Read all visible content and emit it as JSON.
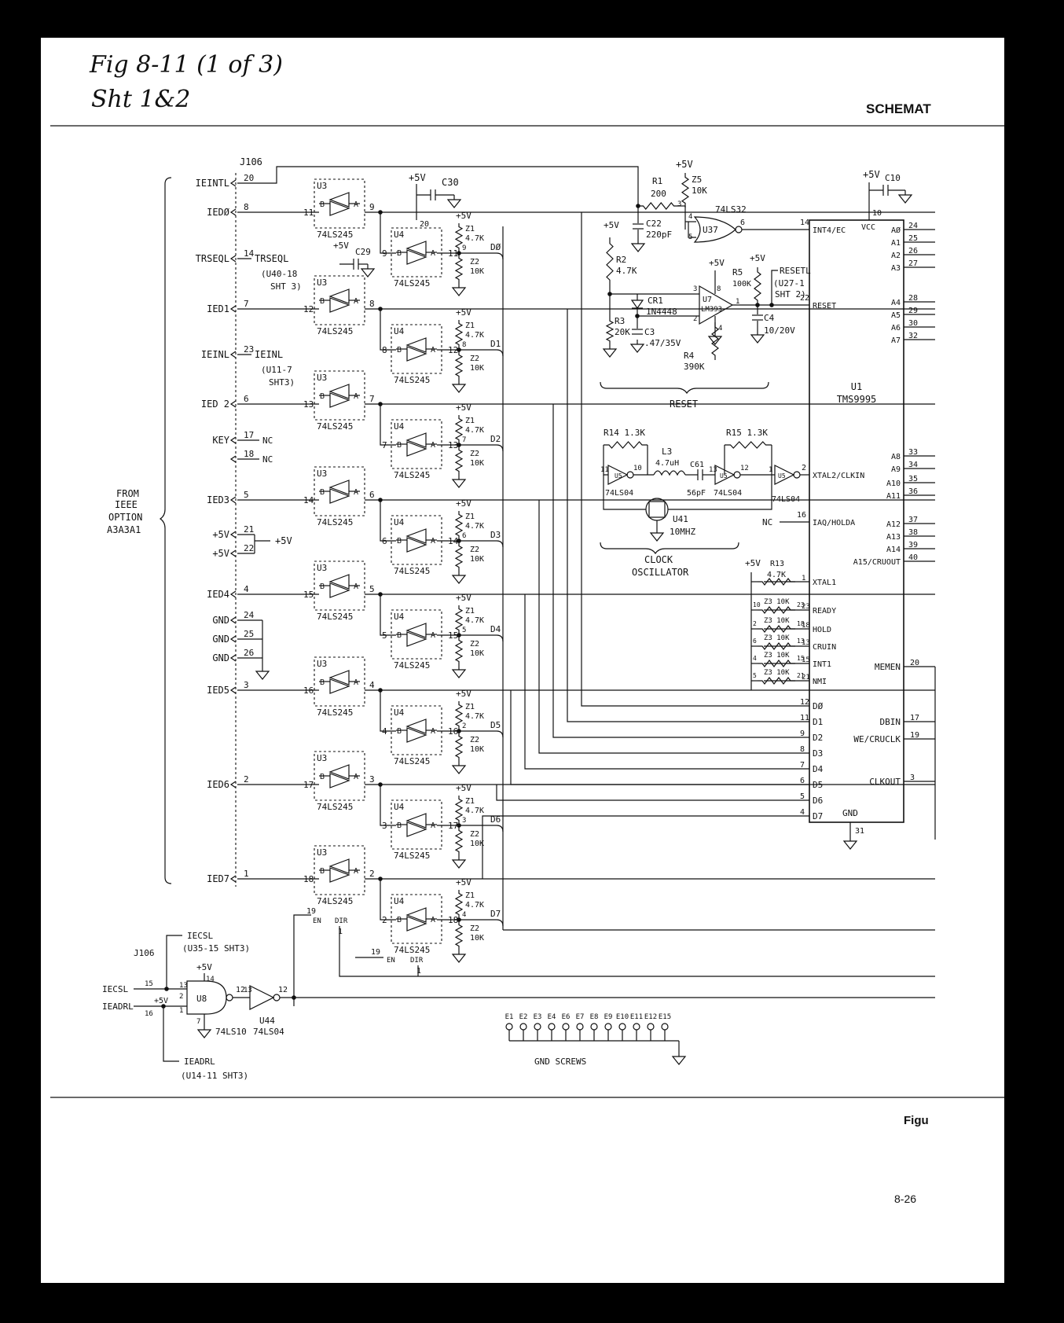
{
  "header": {
    "handwritten_line1": "Fig 8-11 (1 of 3)",
    "handwritten_line2": "Sht 1&2",
    "title_fragment": "SCHEMAT"
  },
  "footer": {
    "caption_fragment": "Figu",
    "page_number": "8-26"
  },
  "connector": {
    "name": "J106",
    "from_label": [
      "FROM",
      "IEEE",
      "OPTION",
      "A3A3A1"
    ],
    "signals": [
      {
        "label": "IEINTL",
        "pin": "20"
      },
      {
        "label": "IEDØ",
        "pin": "8"
      },
      {
        "label": "TRSEQL",
        "pin": "14"
      },
      {
        "label": "IED1",
        "pin": "7"
      },
      {
        "label": "IEINL",
        "pin": "23"
      },
      {
        "label": "IED 2",
        "pin": "6"
      },
      {
        "label": "KEY",
        "pin": "17"
      },
      {
        "label": "",
        "pin": "18"
      },
      {
        "label": "IED3",
        "pin": "5"
      },
      {
        "label": "+5V",
        "pin": "21"
      },
      {
        "label": "+5V",
        "pin": "22"
      },
      {
        "label": "IED4",
        "pin": "4"
      },
      {
        "label": "GND",
        "pin": "24"
      },
      {
        "label": "GND",
        "pin": "25"
      },
      {
        "label": "GND",
        "pin": "26"
      },
      {
        "label": "IED5",
        "pin": "3"
      },
      {
        "label": "IED6",
        "pin": "2"
      },
      {
        "label": "IED7",
        "pin": "1"
      }
    ],
    "nc_label": "NC",
    "refs": {
      "trseql": [
        "TRSEQL",
        "(U40-18",
        "SHT 3)"
      ],
      "ieinl": [
        "IEINL",
        "(U11-7",
        "SHT3)"
      ],
      "iecsl_ref": [
        "IECSL",
        "(U35-15 SHT3)"
      ],
      "ieadrl_ref": [
        "IEADRL",
        "(U14-11 SHT3)"
      ]
    },
    "plus5v": "+5V"
  },
  "buffers": {
    "u3_label": "U3",
    "u4_label": "U4",
    "part": "74LS245",
    "u3_pins": [
      [
        "11",
        "9"
      ],
      [
        "12",
        "8"
      ],
      [
        "13",
        "7"
      ],
      [
        "14",
        "6"
      ],
      [
        "15",
        "5"
      ],
      [
        "16",
        "4"
      ],
      [
        "17",
        "3"
      ],
      [
        "18",
        "2"
      ]
    ],
    "u4_pins": [
      [
        "9",
        "11"
      ],
      [
        "8",
        "12"
      ],
      [
        "7",
        "13"
      ],
      [
        "6",
        "14"
      ],
      [
        "5",
        "15"
      ],
      [
        "4",
        "16"
      ],
      [
        "3",
        "17"
      ],
      [
        "2",
        "18"
      ]
    ],
    "z1": "Z1",
    "z1_value": "4.7K",
    "z2": "Z2",
    "z2_value": "10K",
    "data_lines": [
      "DØ",
      "D1",
      "D2",
      "D3",
      "D4",
      "D5",
      "D6",
      "D7"
    ],
    "z_pins": [
      "9",
      "8",
      "7",
      "6",
      "5",
      "2",
      "3",
      "4"
    ],
    "en": "EN",
    "dir": "DIR",
    "c30": "C30",
    "c29": "C29",
    "pins_misc": {
      "p20": "20",
      "p10": "10",
      "p19": "19",
      "p1": "1"
    }
  },
  "decode": {
    "j106": "J106",
    "iecsl": "IECSL",
    "ieadrl": "IEADRL",
    "pin15": "15",
    "pin16": "16",
    "u8": "U8",
    "u8_part": "74LS10",
    "u44": "U44",
    "u44_part": "74LS04",
    "pins": {
      "p13": "13",
      "p2": "2",
      "p1": "1",
      "p14": "14",
      "p7": "7",
      "p12": "12",
      "u44_in": "13",
      "u44_out": "12"
    },
    "plus5v": "+5V"
  },
  "reset": {
    "plus5v": "+5V",
    "r1": "R1",
    "r1_value": "200",
    "z5": "Z5",
    "z5_value": "10K",
    "c22": "C22",
    "c22_value": "220pF",
    "u37": "U37",
    "u37_part": "74LS32",
    "r2": "R2",
    "r2_value": "4.7K",
    "cr1": "CR1",
    "cr1_part": "1N4448",
    "r3": "R3",
    "r3_value": "20K",
    "c3": "C3",
    "c3_value": ".47/35V",
    "u7": "U7",
    "u7_part": "LM393",
    "r5": "R5",
    "r5_value": "100K",
    "r4": "R4",
    "r4_value": "390K",
    "c4": "C4",
    "c4_value": "10/20V",
    "resetl_ref": [
      "RESETL",
      "(U27-1",
      "SHT 2)"
    ],
    "label": "RESET",
    "pins": {
      "p3a": "3",
      "p4": "4",
      "p5": "5",
      "p6": "6",
      "p14": "14",
      "p3": "3",
      "p2": "2",
      "p8": "8",
      "p1": "1",
      "p4b": "4",
      "p22": "22",
      "p1a": "1",
      "p2a": "2"
    }
  },
  "clock": {
    "r14": "R14 1.3K",
    "r15": "R15 1.3K",
    "l3": "L3",
    "l3_value": "4.7uH",
    "c61": "C61",
    "c61_value": "56pF",
    "u5": "U5",
    "part": "74LS04",
    "u41": "U41",
    "u41_value": "10MHZ",
    "label": [
      "CLOCK",
      "OSCILLATOR"
    ],
    "pins": {
      "p11": "11",
      "p10": "10",
      "p13": "13",
      "p12": "12",
      "p1": "1",
      "p2": "2",
      "p16": "16"
    },
    "nc": "NC"
  },
  "cpu": {
    "ref": "U1",
    "part": "TMS9995",
    "plus5v": "+5V",
    "c10": "C10",
    "vcc_pin": "10",
    "left_pins": [
      {
        "pin": "14",
        "name": "INT4/EC"
      },
      {
        "pin": "22",
        "name": "RESET"
      },
      {
        "pin": "2",
        "name": "XTAL2/CLKIN"
      },
      {
        "pin": "16",
        "name": "IAQ/HOLDA"
      },
      {
        "pin": "1",
        "name": "XTAL1"
      },
      {
        "pin": "23",
        "name": "READY"
      },
      {
        "pin": "18",
        "name": "HOLD"
      },
      {
        "pin": "13",
        "name": "CRUIN"
      },
      {
        "pin": "15",
        "name": "INT1"
      },
      {
        "pin": "21",
        "name": "NMI"
      }
    ],
    "data_pins": [
      {
        "pin": "12",
        "name": "DØ"
      },
      {
        "pin": "11",
        "name": "D1"
      },
      {
        "pin": "9",
        "name": "D2"
      },
      {
        "pin": "8",
        "name": "D3"
      },
      {
        "pin": "7",
        "name": "D4"
      },
      {
        "pin": "6",
        "name": "D5"
      },
      {
        "pin": "5",
        "name": "D6"
      },
      {
        "pin": "4",
        "name": "D7"
      }
    ],
    "address_pins": [
      {
        "pin": "24",
        "name": "AØ"
      },
      {
        "pin": "25",
        "name": "A1"
      },
      {
        "pin": "26",
        "name": "A2"
      },
      {
        "pin": "27",
        "name": "A3"
      },
      {
        "pin": "28",
        "name": "A4"
      },
      {
        "pin": "29",
        "name": "A5"
      },
      {
        "pin": "30",
        "name": "A6"
      },
      {
        "pin": "32",
        "name": "A7"
      },
      {
        "pin": "33",
        "name": "A8"
      },
      {
        "pin": "34",
        "name": "A9"
      },
      {
        "pin": "35",
        "name": "A10"
      },
      {
        "pin": "36",
        "name": "A11"
      },
      {
        "pin": "37",
        "name": "A12"
      },
      {
        "pin": "38",
        "name": "A13"
      },
      {
        "pin": "39",
        "name": "A14"
      },
      {
        "pin": "40",
        "name": "A15/CRUOUT"
      }
    ],
    "right_pins": [
      {
        "pin": "20",
        "name": "MEMEN"
      },
      {
        "pin": "17",
        "name": "DBIN"
      },
      {
        "pin": "19",
        "name": "WE/CRUCLK"
      },
      {
        "pin": "3",
        "name": "CLKOUT"
      }
    ],
    "gnd_label": "GND",
    "gnd_pin": "31",
    "r13": "R13",
    "r13_value": "4.7K",
    "z3": "Z3 10K",
    "z3_pins": [
      [
        "10",
        "23"
      ],
      [
        "2",
        "18"
      ],
      [
        "6",
        "13"
      ],
      [
        "4",
        "15"
      ],
      [
        "5",
        "21"
      ]
    ]
  },
  "gnd_screws": {
    "labels": [
      "E1",
      "E2",
      "E3",
      "E4",
      "E6",
      "E7",
      "E8",
      "E9",
      "E10",
      "E11",
      "E12",
      "E15"
    ],
    "caption": "GND SCREWS"
  }
}
